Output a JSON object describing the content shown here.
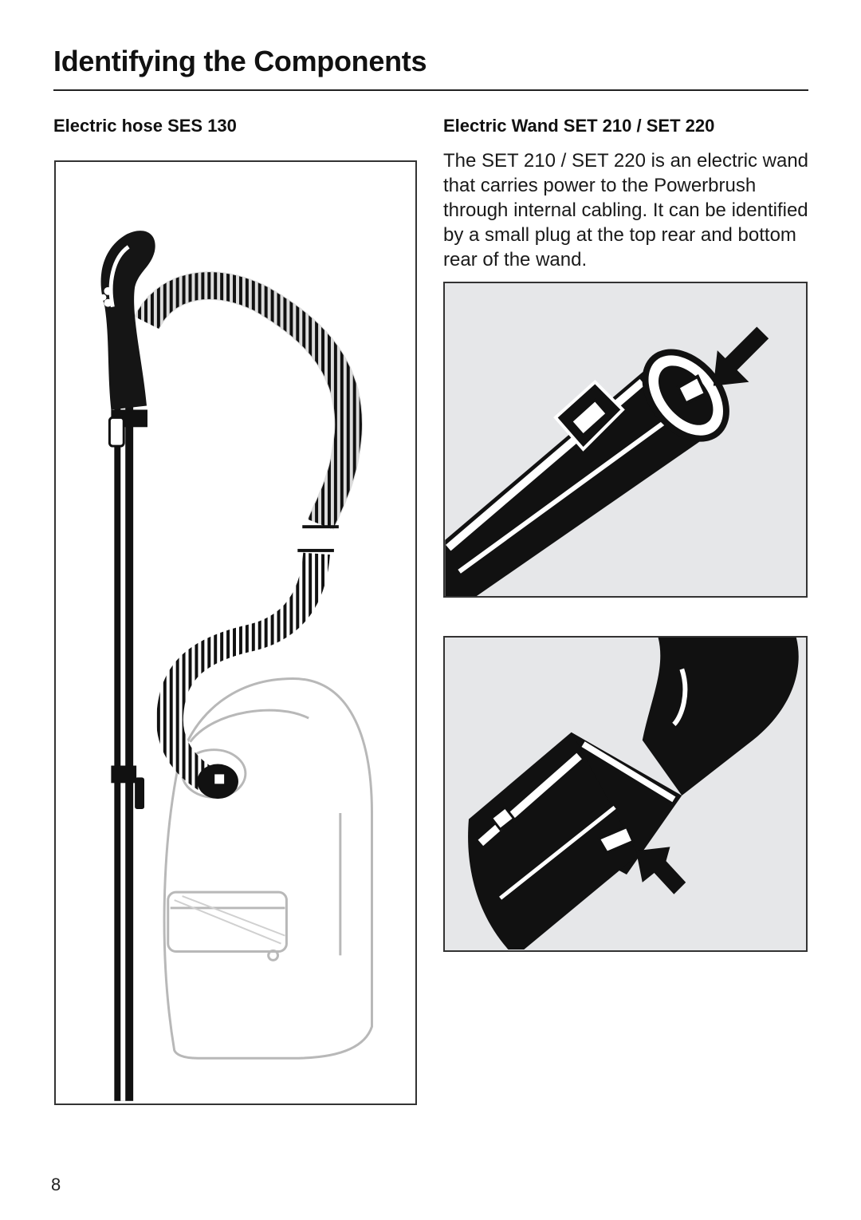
{
  "page": {
    "title": "Identifying the Components",
    "page_number": "8"
  },
  "left_section": {
    "heading": "Electric hose SES 130"
  },
  "right_section": {
    "heading": "Electric Wand SET 210 / SET 220",
    "description": "The SET 210 / SET 220 is an electric wand that carries power to the Powerbrush through internal cabling. It can be identified by a small plug at the top rear and bottom rear of the wand."
  }
}
